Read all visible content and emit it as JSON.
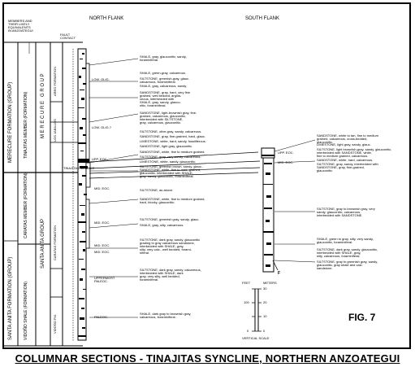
{
  "caption": "COLUMNAR SECTIONS - TINAJITAS SYNCLINE, NORTHERN ANZOATEGUI",
  "figure_label": "FIG. 7",
  "header": {
    "col1": "MEMBERS AND\nTHEIR LIKELY\nEQUIVALENTS\nIN ANZOATEGUI",
    "col2": "FAULT\nCONTACT",
    "north": "NORTH FLANK",
    "south": "SOUTH FLANK"
  },
  "formations": {
    "merecure": "MERECURE FORMATION (GROUP)",
    "santa_anita_formation": "SANTA ANITA FORMATION (GROUP)",
    "tinajitas": "TINAJITAS MEMBER (FORMATION)",
    "caratas": "CARATAS MEMBER (FORMATION)",
    "vidono": "VIDOÑO SHALE (FORMATION)",
    "merecure_group": "M E R E C U R E   G R O U P",
    "santa_anita_group": "SANTA ANITA GROUP",
    "areo": "AREO FORMATION",
    "los_jabillos": "LOS JABILLOS",
    "caratas_fm": "CARATAS FORMATION",
    "vidono_fm": "VIDOÑO FM.",
    "tinajitas_member": "TINAJITAS MEMBER"
  },
  "ages": {
    "low_olig_1": "LOW. OLIG.",
    "low_olig_2": "LOW. OLIG.?",
    "upp_eoc_n": "UPP. EOC.",
    "mid_eoc_1": "MID. EOC.",
    "mid_eoc_2": "MID. EOC.",
    "mid_eoc_3": "MID. EOC.",
    "mid_eoc_4": "MID. EOC.",
    "uppermost_paleoc": "UPPERMOST\nPALEOC.",
    "paleoc": "PALEOC.",
    "upp_eoc_s": "UPP. EOC.",
    "mid_eoc_s": "MID. EOC."
  },
  "north_descriptions": [
    "SHALE, gray, glauconitic, sandy,\nforaminiferal.",
    "SHALE, green-gray, calcareous.",
    "SILTSTONE, greenish-gray, glauc.\ncalcareous, foraminiferal.",
    "SHALE, gray, calcareous, sandy.",
    "SANDSTONE, gray, hard, very fine\ngrained, well bedded, argilla-\nceous, interbedded with\nSHALE, gray, sandy, glauco-\nnitic, foraminiferal.",
    "SANDSTONE, light-brownish gray, fine-\ngrained, calcareous, glauconitic,\ninterbedded with SILTSTONE,\ngray, calcareous, glauconitic.",
    "SILTSTONE, olive-gray, sandy, calcareous.",
    "SANDSTONE, gray, fine-grained, hard, glauc.",
    "LIMESTONE, white, hard, sandy, fossiliferous.",
    "SANDSTONE, light gray, glauconitic.",
    "SANDSTONE, white, fine to medium grained.",
    "SILTSTONE, gray, very sandy, calcareous.",
    "LIMESTONE, white, sandy, glauconitic.",
    "SILTSTONE, greenish brown, sandy, glauc.,\nSANDSTONE, white, fine to med. grained,\nglauconitic, interbedded with SHALE,\ngray, sandy, glauconitic, foraminiferal.",
    "SILTSTONE, as above.",
    "SANDSTONE, white, fine to medium grained,\nhard, blocky, glauconitic.",
    "SILTSTONE, greenish gray, sandy, glauc.",
    "SHALE, gray, silty, calcareous.",
    "SILTSTONE, dark gray, sandy, glauconitic\ngrading to gray calcareous sandstone,\ninterbedded with SHALE, gray,\nsilty, very calc., well bedded, forami-\nniferal.",
    "SILTSTONE, dark gray, sandy, calcareous,\ninterbedded with SHALE, dark\ngray, very silty, well bedded,\nforaminiferal.",
    "SHALE, dark gray to brownish gray,\ncalcareous, foraminiferal."
  ],
  "south_descriptions": [
    "SANDSTONE, white to tan, fine to medium\ngrained, calcareous, cross-bedded,\nglauconitic.",
    "LIMESTONE, light gray, sandy, glauc.",
    "SILTSTONE, light brownish-gray, sandy, glauconitic,\ninterbedded with SANDSTONE, white,\nfine to medium grained, calcareous.",
    "SANDSTONE, white, hard, calcareous.",
    "SILTSTONE, gray, sandy, interbedded with\nSANDSTONE, gray, fine-grained,\nglauconitic.",
    "SILTSTONE, gray to brownish gray, very\nsandy, glauconitic, calcareous,\ninterbedded with SANDSTONE.",
    "SHALE, green to gray, silty, very sandy,\nglauconitic, foraminiferal.",
    "SILTSTONE, dark gray, sandy, glauconitic,\ninterbedded with SHALE, gray,\nsilty, calcareous, foraminiferal.",
    "SILTSTONE, gray to greenish gray, sandy,\nglauconitic, gray shale and calc.\nsandstone."
  ],
  "fault_marker": "F",
  "scale": {
    "feet": "FEET",
    "meters": "METERS",
    "feet_ticks": [
      "100",
      "0"
    ],
    "meter_ticks": [
      "30",
      "20",
      "10",
      "0"
    ],
    "label": "VERTICAL SCALE"
  }
}
